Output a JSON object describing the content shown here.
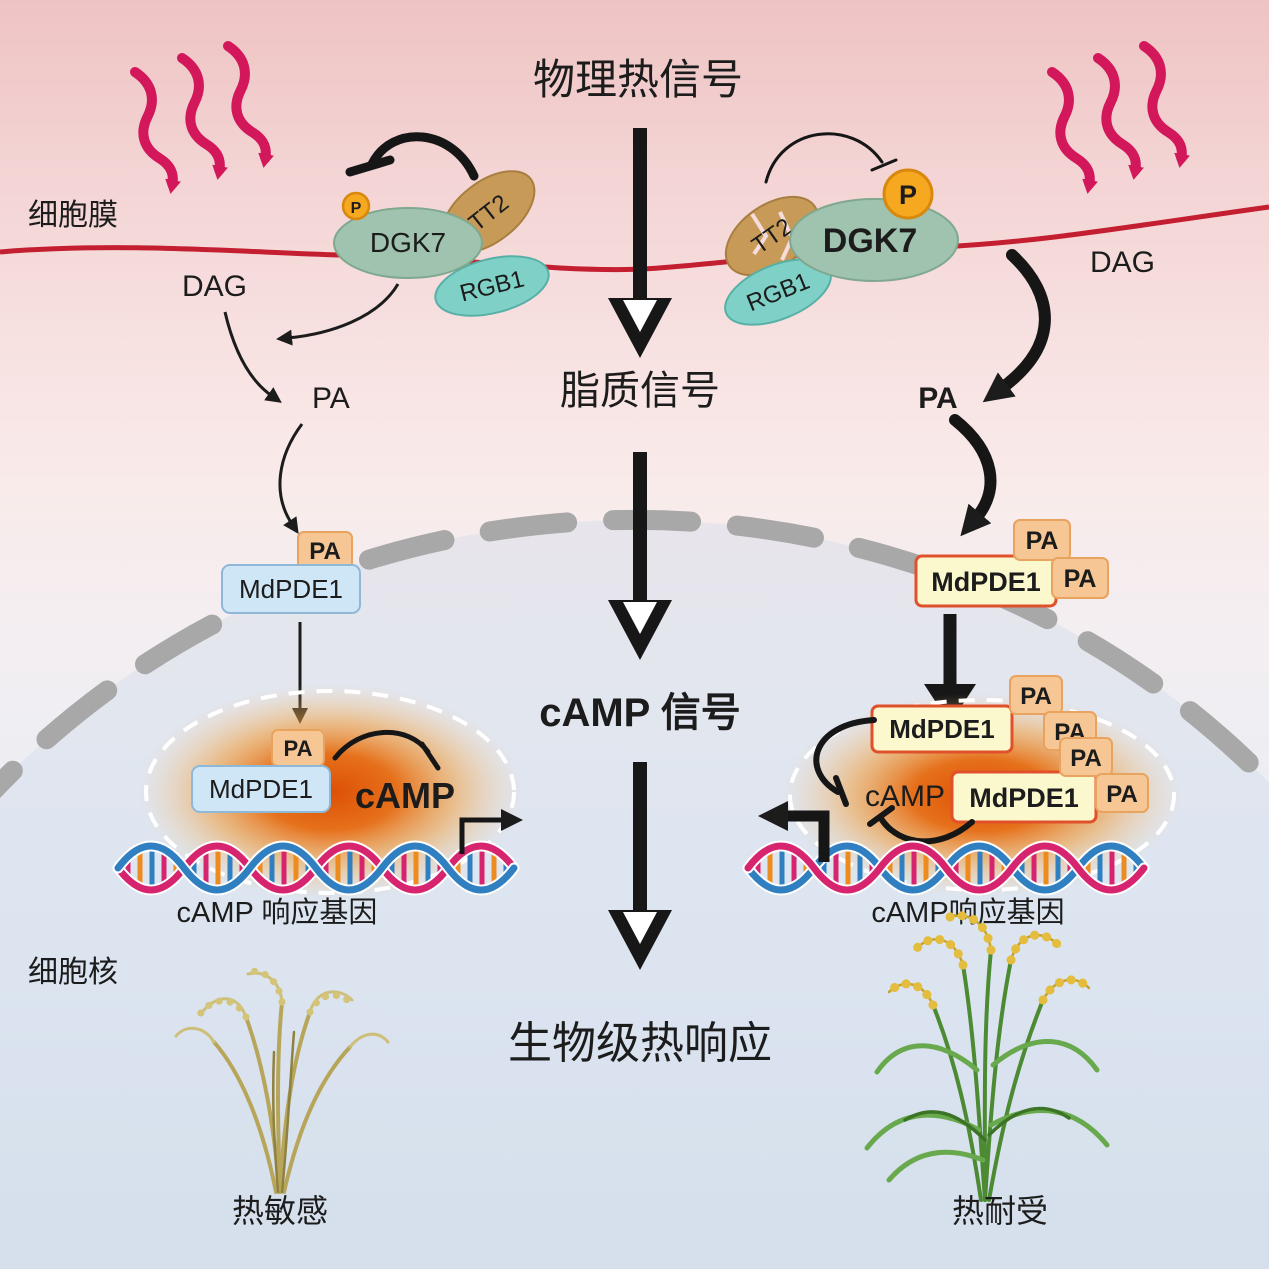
{
  "diagram": {
    "title": "物理热信号",
    "membrane_label": "细胞膜",
    "nucleus_label": "细胞核",
    "lipid_signal": "脂质信号",
    "camp_signal_bold": "cAMP",
    "camp_signal_rest": " 信号",
    "bio_response": "生物级热响应"
  },
  "left": {
    "dgk7": "DGK7",
    "tt2": "TT2",
    "rgb1": "RGB1",
    "phospho": "P",
    "dag": "DAG",
    "pa": "PA",
    "pde_box": "MdPDE1",
    "pde_pa": "PA",
    "glow_pde": "MdPDE1",
    "glow_pa": "PA",
    "camp": "cAMP",
    "gene_label": "cAMP 响应基因",
    "phenotype": "热敏感"
  },
  "right": {
    "dgk7": "DGK7",
    "tt2": "TT2",
    "rgb1": "RGB1",
    "phospho": "P",
    "dag": "DAG",
    "pa": "PA",
    "pde1": "MdPDE1",
    "pde1_pa": [
      "PA",
      "PA"
    ],
    "pde2": "MdPDE1",
    "pde2_pa": [
      "PA",
      "PA"
    ],
    "pde3": "MdPDE1",
    "pde3_pa": [
      "PA",
      "PA"
    ],
    "camp": "cAMP",
    "gene_label": "cAMP响应基因",
    "phenotype": "热耐受"
  },
  "colors": {
    "heat": "#d2175a",
    "membrane": "#c41f30",
    "dgk7": "#9fc3ae",
    "tt2": "#c79a58",
    "rgb1": "#7fd1c8",
    "phospho": "#f5a820",
    "pa_tag": "#f6c795",
    "pde_left": "#cfe6f7",
    "pde_right": "#fcf8ce",
    "pde_right_border": "#e0512b",
    "glow_core": "#dd4f05",
    "dna_blue": "#2f7fc1",
    "dna_magenta": "#d6246e",
    "dna_rung_orange": "#ee8b1e",
    "nuclear_envelope": "#a8a8a8",
    "arrow": "#171717"
  }
}
